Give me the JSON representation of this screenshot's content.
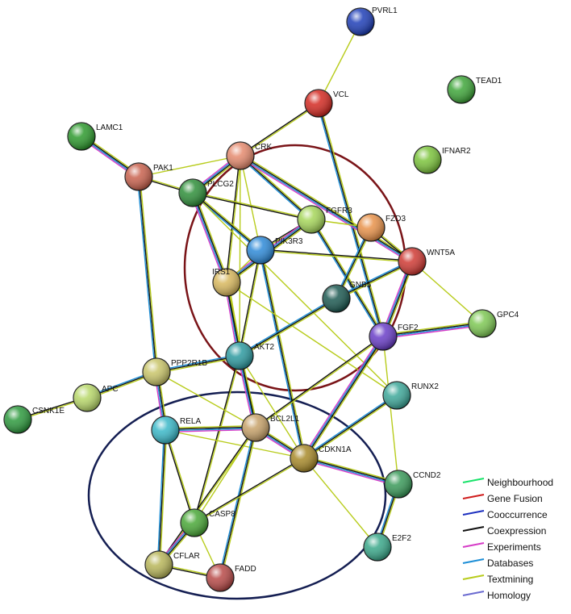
{
  "nodes": [
    {
      "id": "PVRL1",
      "color": "#1f3fb8"
    },
    {
      "id": "TEAD1",
      "color": "#3fa63a"
    },
    {
      "id": "VCL",
      "color": "#d42a22"
    },
    {
      "id": "LAMC1",
      "color": "#2e9a2e"
    },
    {
      "id": "IFNAR2",
      "color": "#7cc43c"
    },
    {
      "id": "CRK",
      "color": "#e58a6e"
    },
    {
      "id": "PAK1",
      "color": "#c9624e"
    },
    {
      "id": "PLCG2",
      "color": "#2f8f3a"
    },
    {
      "id": "FGFR3",
      "color": "#a6d65a"
    },
    {
      "id": "FZD3",
      "color": "#e8924a"
    },
    {
      "id": "PIK3R3",
      "color": "#2e8ad8"
    },
    {
      "id": "WNT5A",
      "color": "#cf3a34"
    },
    {
      "id": "IRS1",
      "color": "#d8b85e"
    },
    {
      "id": "GNB5",
      "color": "#1d5a52"
    },
    {
      "id": "GPC4",
      "color": "#7ec854"
    },
    {
      "id": "FGF2",
      "color": "#6a3ec8"
    },
    {
      "id": "AKT2",
      "color": "#2d9aa0"
    },
    {
      "id": "PPP2R1B",
      "color": "#c9c56a"
    },
    {
      "id": "APC",
      "color": "#b8d86a"
    },
    {
      "id": "RUNX2",
      "color": "#3ea89a"
    },
    {
      "id": "CSNK1E",
      "color": "#2e9a3e"
    },
    {
      "id": "RELA",
      "color": "#3ab8c8"
    },
    {
      "id": "BCL2L1",
      "color": "#c7a26a"
    },
    {
      "id": "CDKN1A",
      "color": "#a88a2a"
    },
    {
      "id": "CCND2",
      "color": "#3a9a5a"
    },
    {
      "id": "CASP8",
      "color": "#4aa838"
    },
    {
      "id": "E2F2",
      "color": "#3aa88a"
    },
    {
      "id": "CFLAR",
      "color": "#b8b65a"
    },
    {
      "id": "FADD",
      "color": "#b84a48"
    }
  ],
  "edges": [
    [
      "PVRL1",
      "VCL"
    ],
    [
      "VCL",
      "CRK"
    ],
    [
      "VCL",
      "FGF2"
    ],
    [
      "LAMC1",
      "PAK1"
    ],
    [
      "PAK1",
      "CRK"
    ],
    [
      "PAK1",
      "PLCG2"
    ],
    [
      "PAK1",
      "PPP2R1B"
    ],
    [
      "CRK",
      "PLCG2"
    ],
    [
      "CRK",
      "PIK3R3"
    ],
    [
      "CRK",
      "IRS1"
    ],
    [
      "CRK",
      "FGFR3"
    ],
    [
      "CRK",
      "WNT5A"
    ],
    [
      "CRK",
      "AKT2"
    ],
    [
      "PLCG2",
      "FGFR3"
    ],
    [
      "PLCG2",
      "PIK3R3"
    ],
    [
      "PLCG2",
      "IRS1"
    ],
    [
      "PLCG2",
      "RUNX2"
    ],
    [
      "FGFR3",
      "PIK3R3"
    ],
    [
      "FGFR3",
      "FGF2"
    ],
    [
      "FGFR3",
      "IRS1"
    ],
    [
      "FGFR3",
      "FZD3"
    ],
    [
      "FZD3",
      "WNT5A"
    ],
    [
      "FZD3",
      "GNB5"
    ],
    [
      "WNT5A",
      "FGF2"
    ],
    [
      "WNT5A",
      "GPC4"
    ],
    [
      "WNT5A",
      "PIK3R3"
    ],
    [
      "WNT5A",
      "GNB5"
    ],
    [
      "FGF2",
      "GPC4"
    ],
    [
      "PIK3R3",
      "IRS1"
    ],
    [
      "PIK3R3",
      "AKT2"
    ],
    [
      "PIK3R3",
      "CDKN1A"
    ],
    [
      "IRS1",
      "AKT2"
    ],
    [
      "IRS1",
      "RUNX2"
    ],
    [
      "IRS1",
      "BCL2L1"
    ],
    [
      "GNB5",
      "AKT2"
    ],
    [
      "FGF2",
      "CDKN1A"
    ],
    [
      "FGF2",
      "CCND2"
    ],
    [
      "FGF2",
      "BCL2L1"
    ],
    [
      "AKT2",
      "PPP2R1B"
    ],
    [
      "AKT2",
      "BCL2L1"
    ],
    [
      "AKT2",
      "CDKN1A"
    ],
    [
      "AKT2",
      "CASP8"
    ],
    [
      "PPP2R1B",
      "APC"
    ],
    [
      "PPP2R1B",
      "RELA"
    ],
    [
      "PPP2R1B",
      "BCL2L1"
    ],
    [
      "APC",
      "CSNK1E"
    ],
    [
      "RUNX2",
      "CDKN1A"
    ],
    [
      "RELA",
      "BCL2L1"
    ],
    [
      "RELA",
      "CDKN1A"
    ],
    [
      "RELA",
      "CASP8"
    ],
    [
      "RELA",
      "CFLAR"
    ],
    [
      "BCL2L1",
      "CDKN1A"
    ],
    [
      "BCL2L1",
      "CASP8"
    ],
    [
      "BCL2L1",
      "CFLAR"
    ],
    [
      "BCL2L1",
      "FADD"
    ],
    [
      "CDKN1A",
      "CCND2"
    ],
    [
      "CDKN1A",
      "E2F2"
    ],
    [
      "CDKN1A",
      "CASP8"
    ],
    [
      "CCND2",
      "E2F2"
    ],
    [
      "CASP8",
      "CFLAR"
    ],
    [
      "CASP8",
      "FADD"
    ],
    [
      "CFLAR",
      "FADD"
    ]
  ],
  "legend": [
    {
      "label": "Neighbourhood",
      "color": "#19e36a"
    },
    {
      "label": "Gene Fusion",
      "color": "#d01c1c"
    },
    {
      "label": "Cooccurrence",
      "color": "#1c2fbf"
    },
    {
      "label": "Coexpression",
      "color": "#111111"
    },
    {
      "label": "Experiments",
      "color": "#d63cc7"
    },
    {
      "label": "Databases",
      "color": "#1c8ed6"
    },
    {
      "label": "Textmining",
      "color": "#b8cc1c"
    },
    {
      "label": "Homology",
      "color": "#6a6ad0"
    }
  ]
}
